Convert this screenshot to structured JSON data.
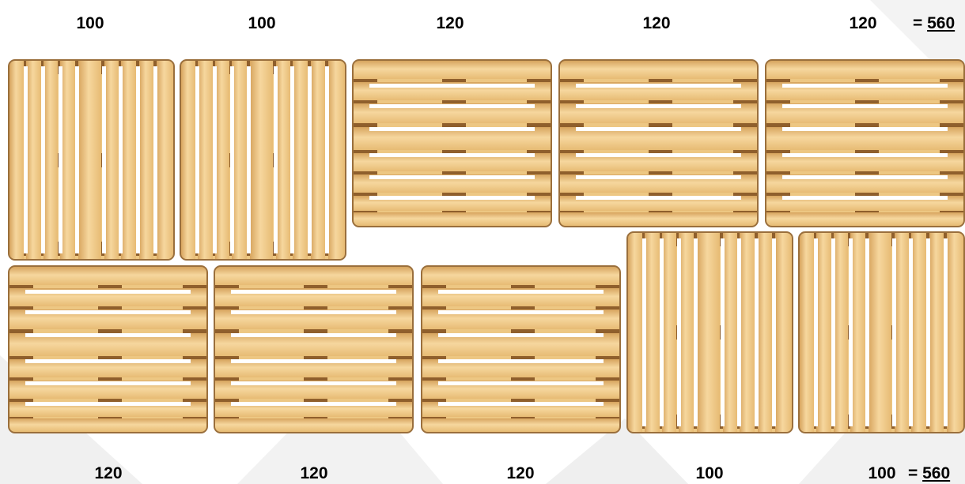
{
  "top_row": {
    "widths": [
      "100",
      "100",
      "120",
      "120",
      "120"
    ],
    "total_prefix": "=",
    "total": "560"
  },
  "bottom_row": {
    "widths": [
      "120",
      "120",
      "120",
      "100",
      "100"
    ],
    "total_prefix": "=",
    "total": "560"
  },
  "pallets_top": [
    "vertical",
    "vertical",
    "horizontal",
    "horizontal",
    "horizontal"
  ],
  "pallets_bottom": [
    "horizontal",
    "horizontal",
    "horizontal",
    "vertical",
    "vertical"
  ],
  "colors": {
    "wood_light": "#f6d79e",
    "wood_mid": "#edc783",
    "wood_dark": "#8f5f2c",
    "outline": "#9a6f3c"
  }
}
